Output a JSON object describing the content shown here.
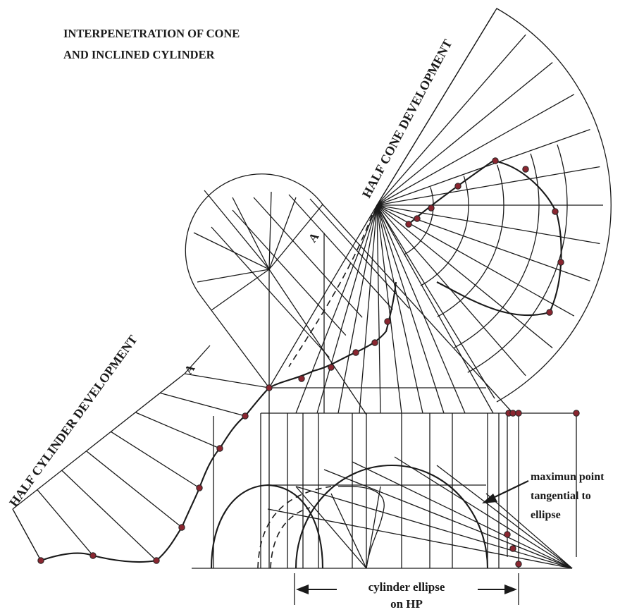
{
  "title_line1": "INTERPENETRATION OF CONE",
  "title_line2": "AND INCLINED CYLINDER",
  "cone_dev_label": "HALF CONE DEVELOPMENT",
  "cyl_dev_label": "HALF CYLINDER DEVELOPMENT",
  "marker_a": "A",
  "note_line1": "maximun point",
  "note_line2": "tangential to",
  "note_line3": "ellipse",
  "dim_line1": "cylinder ellipse",
  "dim_line2": "on HP",
  "colors": {
    "line": "#1a1a1a",
    "point": "#8a2630",
    "background": "#ffffff"
  }
}
